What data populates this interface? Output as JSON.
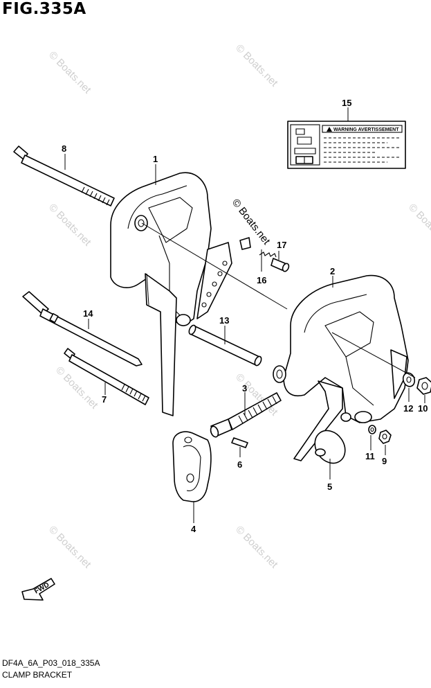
{
  "figure": {
    "title": "FIG.335A",
    "code": "DF4A_6A_P03_018_335A",
    "name": "CLAMP BRACKET"
  },
  "watermark": {
    "text": "© Boats.net"
  },
  "label_15": {
    "warning_text": "WARNING AVERTISSEMENT"
  },
  "direction": {
    "text": "FWD"
  },
  "callouts": [
    "1",
    "2",
    "3",
    "4",
    "5",
    "6",
    "7",
    "8",
    "9",
    "10",
    "11",
    "12",
    "13",
    "14",
    "15",
    "16",
    "17"
  ],
  "colors": {
    "line": "#000000",
    "watermark": "#cfcfcf",
    "background": "#ffffff"
  }
}
